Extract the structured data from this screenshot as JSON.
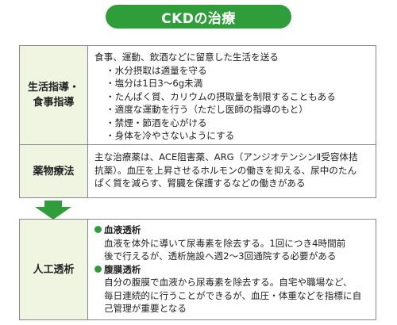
{
  "title": "CKDの治療",
  "rows": [
    {
      "label_lines": [
        "生活指導・",
        "食事指導"
      ],
      "intro": "食事、運動、飲酒などに留意した生活を送る",
      "bullets": [
        "・水分摂取は適量を守る",
        "・塩分は1日3～6g未満",
        "・たんぱく質、カリウムの摂取量を制限することもある",
        "・適度な運動を行う（ただし医師の指導のもと）",
        "・禁煙・節酒を心がける",
        "・身体を冷やさないようにする"
      ]
    },
    {
      "label_lines": [
        "薬物療法"
      ],
      "lines": [
        "主な治療薬は、ACE阻害薬、ARG（アンジオテンシンⅡ受容体拮",
        "抗薬）。血圧を上昇させるホルモンの働きを抑える、尿中のたん",
        "ぱく質を減らす、腎臓を保護するなどの働きがある"
      ]
    }
  ],
  "dialysis": {
    "label": "人工透析",
    "sections": [
      {
        "title": "血液透析",
        "lines": [
          "血液を体外に導いて尿毒素を除去する。1回につき4時間前",
          "後で行えるが、透析施設へ週2～3回通院する必要がある"
        ]
      },
      {
        "title": "腹膜透析",
        "lines": [
          "自分の腹膜で血液から尿毒素を除去する。自宅や職場など、",
          "毎日連続的に行うことができるが、血圧・体重などを指標に自",
          "己管理が重要となる"
        ]
      }
    ]
  },
  "colors": {
    "accent": "#2f9e3a",
    "label_bg": "#f0f5e2"
  }
}
